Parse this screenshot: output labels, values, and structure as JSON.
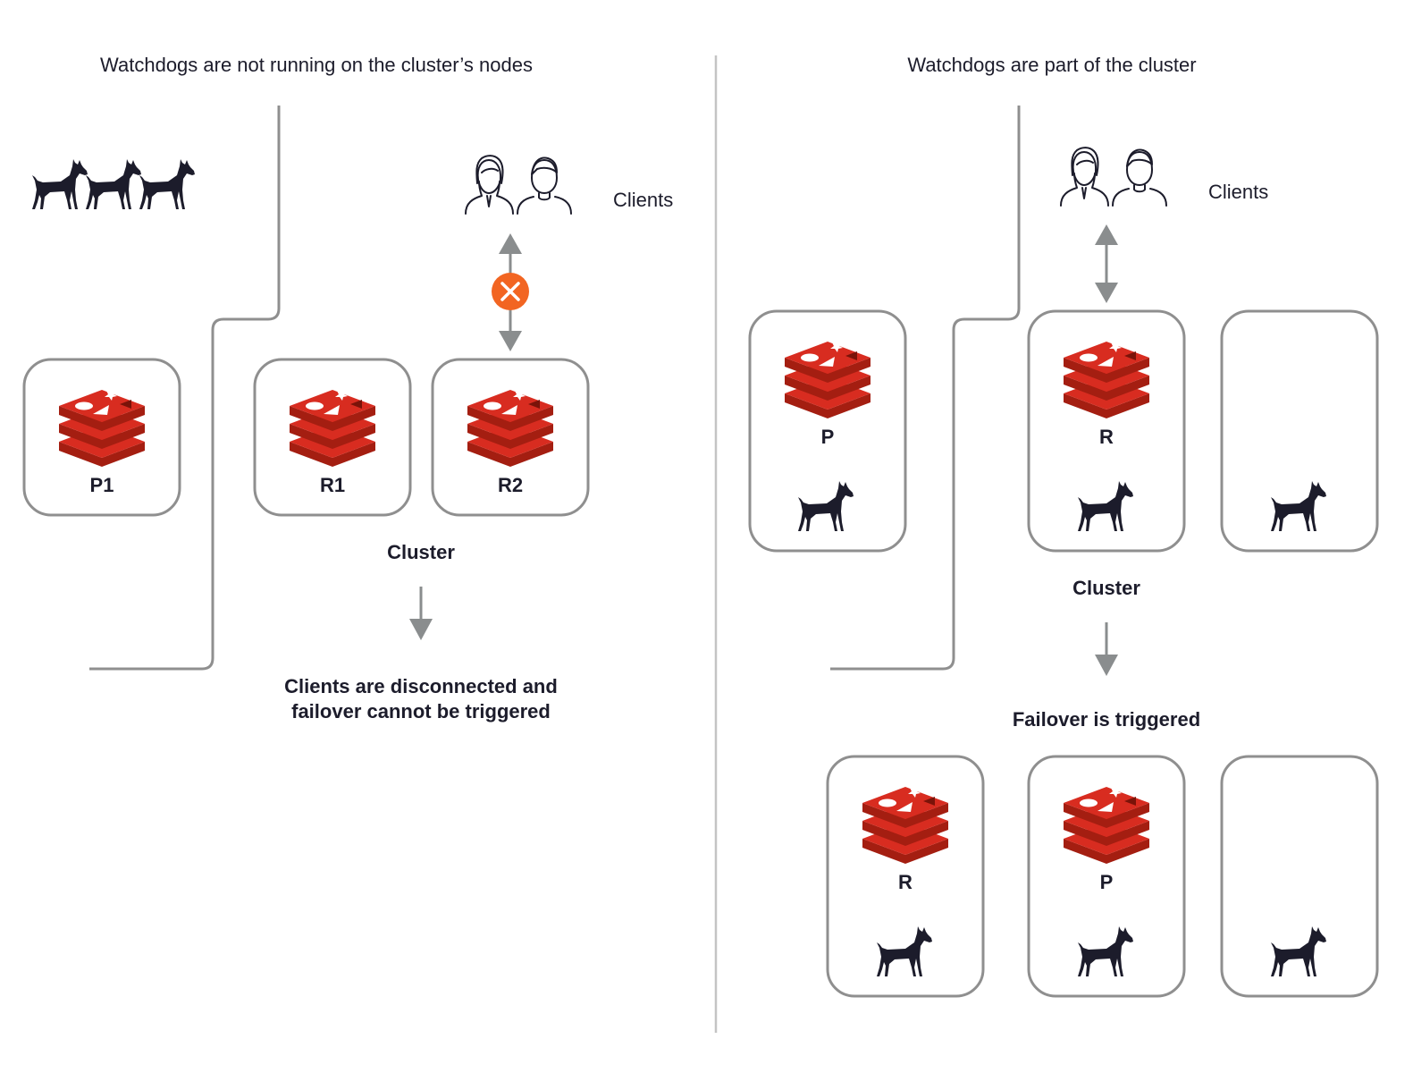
{
  "left_panel": {
    "title": "Watchdogs are not running on the cluster’s nodes",
    "clients_label": "Clients",
    "nodes": [
      {
        "label": "P1"
      },
      {
        "label": "R1"
      },
      {
        "label": "R2"
      }
    ],
    "cluster_label": "Cluster",
    "outcome_line1": "Clients are disconnected and",
    "outcome_line2": "failover cannot be triggered"
  },
  "right_panel": {
    "title": "Watchdogs are part of the cluster",
    "clients_label": "Clients",
    "nodes_before": [
      {
        "label": "P"
      },
      {
        "label": "R"
      },
      {
        "label": ""
      }
    ],
    "cluster_label": "Cluster",
    "outcome": "Failover is triggered",
    "nodes_after": [
      {
        "label": "R"
      },
      {
        "label": "P"
      },
      {
        "label": ""
      }
    ]
  },
  "colors": {
    "redis_red": "#d82c20",
    "redis_dark": "#a41e11",
    "broken_link": "#f26522",
    "arrow_gray": "#8a8d8e",
    "border_gray": "#8f8f8f",
    "ink": "#1c1c2b"
  },
  "icons": {
    "database": "redis-logo-icon",
    "watchdog": "doberman-icon",
    "clients": "people-icon",
    "broken_link": "x-circle-icon"
  }
}
